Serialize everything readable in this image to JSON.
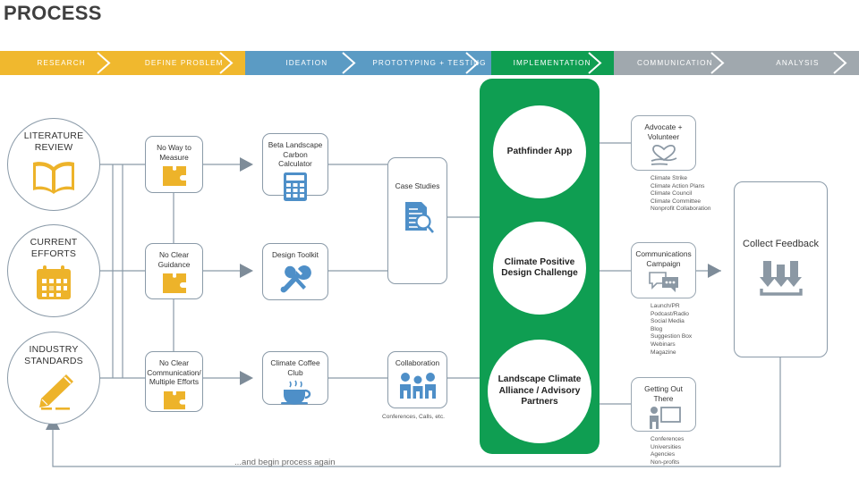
{
  "page": {
    "title": "PROCESS",
    "loop_label": "...and begin process again"
  },
  "colors": {
    "yellow": "#F0B82E",
    "blue": "#5B9BC4",
    "green": "#0F9E52",
    "gray": "#A0A8AE",
    "line": "#8A9AA8",
    "icon_blue": "#4E8FC8",
    "icon_yellow": "#EDB32A",
    "icon_gray": "#8B98A4"
  },
  "phases": [
    {
      "label": "RESEARCH",
      "color": "#F0B82E"
    },
    {
      "label": "DEFINE PROBLEM",
      "color": "#F0B82E"
    },
    {
      "label": "IDEATION",
      "color": "#5B9BC4"
    },
    {
      "label": "PROTOTYPING + TESTING",
      "color": "#5B9BC4"
    },
    {
      "label": "IMPLEMENTATION",
      "color": "#0F9E52"
    },
    {
      "label": "COMMUNICATION",
      "color": "#A0A8AE"
    },
    {
      "label": "ANALYSIS",
      "color": "#A0A8AE"
    }
  ],
  "research_circles": [
    {
      "label": "LITERATURE REVIEW",
      "icon": "open-book-icon"
    },
    {
      "label": "CURRENT EFFORTS",
      "icon": "calendar-icon"
    },
    {
      "label": "INDUSTRY STANDARDS",
      "icon": "pencil-icon"
    }
  ],
  "problem_nodes": [
    {
      "label": "No Way to Measure",
      "icon": "puzzle-piece-icon"
    },
    {
      "label": "No Clear Guidance",
      "icon": "puzzle-piece-icon"
    },
    {
      "label": "No Clear Communication/ Multiple Efforts",
      "icon": "puzzle-piece-icon"
    }
  ],
  "ideation_nodes": [
    {
      "label": "Beta Landscape Carbon Calculator",
      "icon": "calculator-icon"
    },
    {
      "label": "Design Toolkit",
      "icon": "tools-icon"
    },
    {
      "label": "Climate Coffee Club",
      "icon": "coffee-cup-icon"
    }
  ],
  "prototyping_nodes": [
    {
      "label": "Case Studies",
      "icon": "document-search-icon",
      "caption": ""
    },
    {
      "label": "Collaboration",
      "icon": "people-group-icon",
      "caption": "Conferences, Calls, etc."
    }
  ],
  "implementation": {
    "circles": [
      {
        "label": "Pathfinder App"
      },
      {
        "label": "Climate Positive Design Challenge"
      },
      {
        "label": "Landscape Climate Alliance / Advisory Partners"
      }
    ]
  },
  "communication_nodes": [
    {
      "label": "Advocate + Volunteer",
      "icon": "heart-hand-icon",
      "items": [
        "Climate Strike",
        "Climate Action Plans",
        "Climate Council",
        "Climate Committee",
        "Nonprofit Collaboration"
      ]
    },
    {
      "label": "Communications Campaign",
      "icon": "speech-bubbles-icon",
      "items": [
        "Launch/PR",
        "Podcast/Radio",
        "Social Media",
        "Blog",
        "Suggestion Box",
        "Webinars",
        "Magazine"
      ]
    },
    {
      "label": "Getting Out There",
      "icon": "presenter-icon",
      "items": [
        "Conferences",
        "Universities",
        "Agencies",
        "Non-profits"
      ]
    }
  ],
  "analysis": {
    "label": "Collect Feedback",
    "icon": "download-arrows-icon"
  }
}
